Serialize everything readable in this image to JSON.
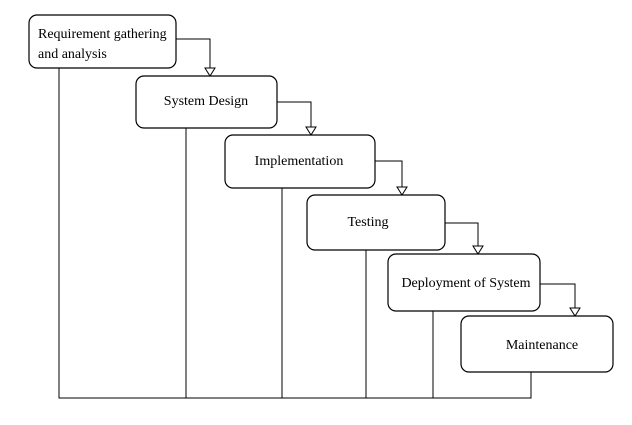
{
  "diagram": {
    "stages": [
      {
        "id": "requirements",
        "label_lines": [
          "Requirement gathering",
          "and analysis"
        ]
      },
      {
        "id": "design",
        "label_lines": [
          "System Design"
        ]
      },
      {
        "id": "implementation",
        "label_lines": [
          "Implementation"
        ]
      },
      {
        "id": "testing",
        "label_lines": [
          "Testing"
        ]
      },
      {
        "id": "deployment",
        "label_lines": [
          "Deployment of System"
        ]
      },
      {
        "id": "maintenance",
        "label_lines": [
          "Maintenance"
        ]
      }
    ]
  }
}
